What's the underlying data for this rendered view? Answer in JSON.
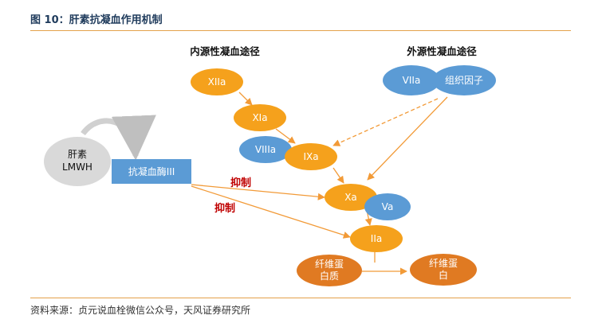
{
  "figure": {
    "title": "图 10：肝素抗凝血作用机制",
    "source": "资料来源：贞元说血栓微信公众号，天风证券研究所"
  },
  "diagram": {
    "intrinsic_title": "内源性凝血途径",
    "extrinsic_title": "外源性凝血途径",
    "heparin_label_line1": "肝素",
    "heparin_label_line2": "LMWH",
    "antithrombin_label": "抗凝血酶III",
    "inhibit_label_1": "抑制",
    "inhibit_label_2": "抑制",
    "nodes": {
      "xiia": "XIIa",
      "xia": "XIa",
      "viiia": "VIIIa",
      "ixa": "IXa",
      "xa": "Xa",
      "va": "Va",
      "iia": "IIa",
      "viia": "VIIa",
      "tissue_factor": "组织因子",
      "fibrinogen_line1": "纤维蛋",
      "fibrinogen_line2": "白质",
      "fibrin_line1": "纤维蛋",
      "fibrin_line2": "白"
    },
    "colors": {
      "orange": "#f5a11c",
      "blue": "#5b9bd5",
      "dark_orange": "#e07a22",
      "gray": "#d9d9d9",
      "antithrombin_box": "#5b9bd5",
      "inhibit_text": "#c00000"
    }
  }
}
